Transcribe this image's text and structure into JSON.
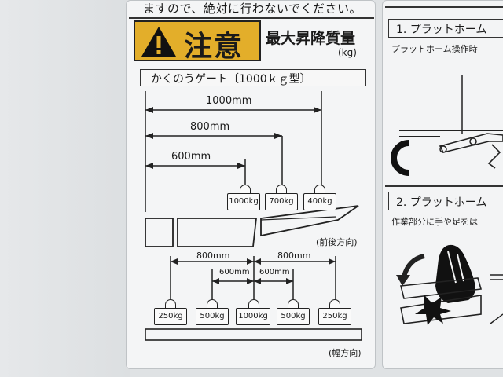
{
  "top_notice": "ますので、絶対に行わないでください。",
  "warning": {
    "word": "注意",
    "heading": "最大昇降質量",
    "unit": "(kg)"
  },
  "model_label": "かくのうゲート〔1000ｋｇ型〕",
  "front_back": {
    "dims": [
      "1000mm",
      "800mm",
      "600mm"
    ],
    "weights": [
      "1000kg",
      "700kg",
      "400kg"
    ],
    "direction": "(前後方向)"
  },
  "width": {
    "dims_outer": [
      "800mm",
      "800mm"
    ],
    "dims_inner": [
      "600mm",
      "600mm"
    ],
    "weights": [
      "250kg",
      "500kg",
      "1000kg",
      "500kg",
      "250kg"
    ],
    "direction": "(幅方向)"
  },
  "right_label": {
    "section1_title": "1. プラットホーム",
    "section1_text": "プラットホーム操作時",
    "section2_title": "2. プラットホーム",
    "section2_text": "作業部分に手や足をは"
  }
}
